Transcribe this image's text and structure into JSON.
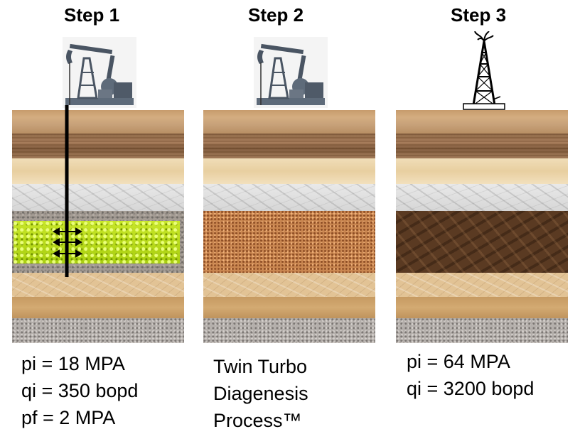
{
  "steps": [
    {
      "title": "Step 1",
      "surface": "pumpjack-icon",
      "target_layer": "green-fractured-reservoir",
      "caption_lines": [
        "pi = 18 MPA",
        "qi = 350 bopd",
        "pf = 2 MPA"
      ]
    },
    {
      "title": "Step 2",
      "surface": "pumpjack-icon",
      "target_layer": "cork-reservoir",
      "caption_lines": [
        "Twin Turbo",
        "Diagenesis",
        "Process™"
      ]
    },
    {
      "title": "Step 3",
      "surface": "derrick-gusher-icon",
      "target_layer": "dark-altered-reservoir",
      "caption_lines": [
        "pi = 64 MPA",
        "qi = 3200 bopd"
      ]
    }
  ],
  "colors": {
    "green_zone": "#b8dc1a",
    "cork_zone": "#c98650",
    "dark_zone": "#5a3a22",
    "well_bore": "#000000"
  }
}
